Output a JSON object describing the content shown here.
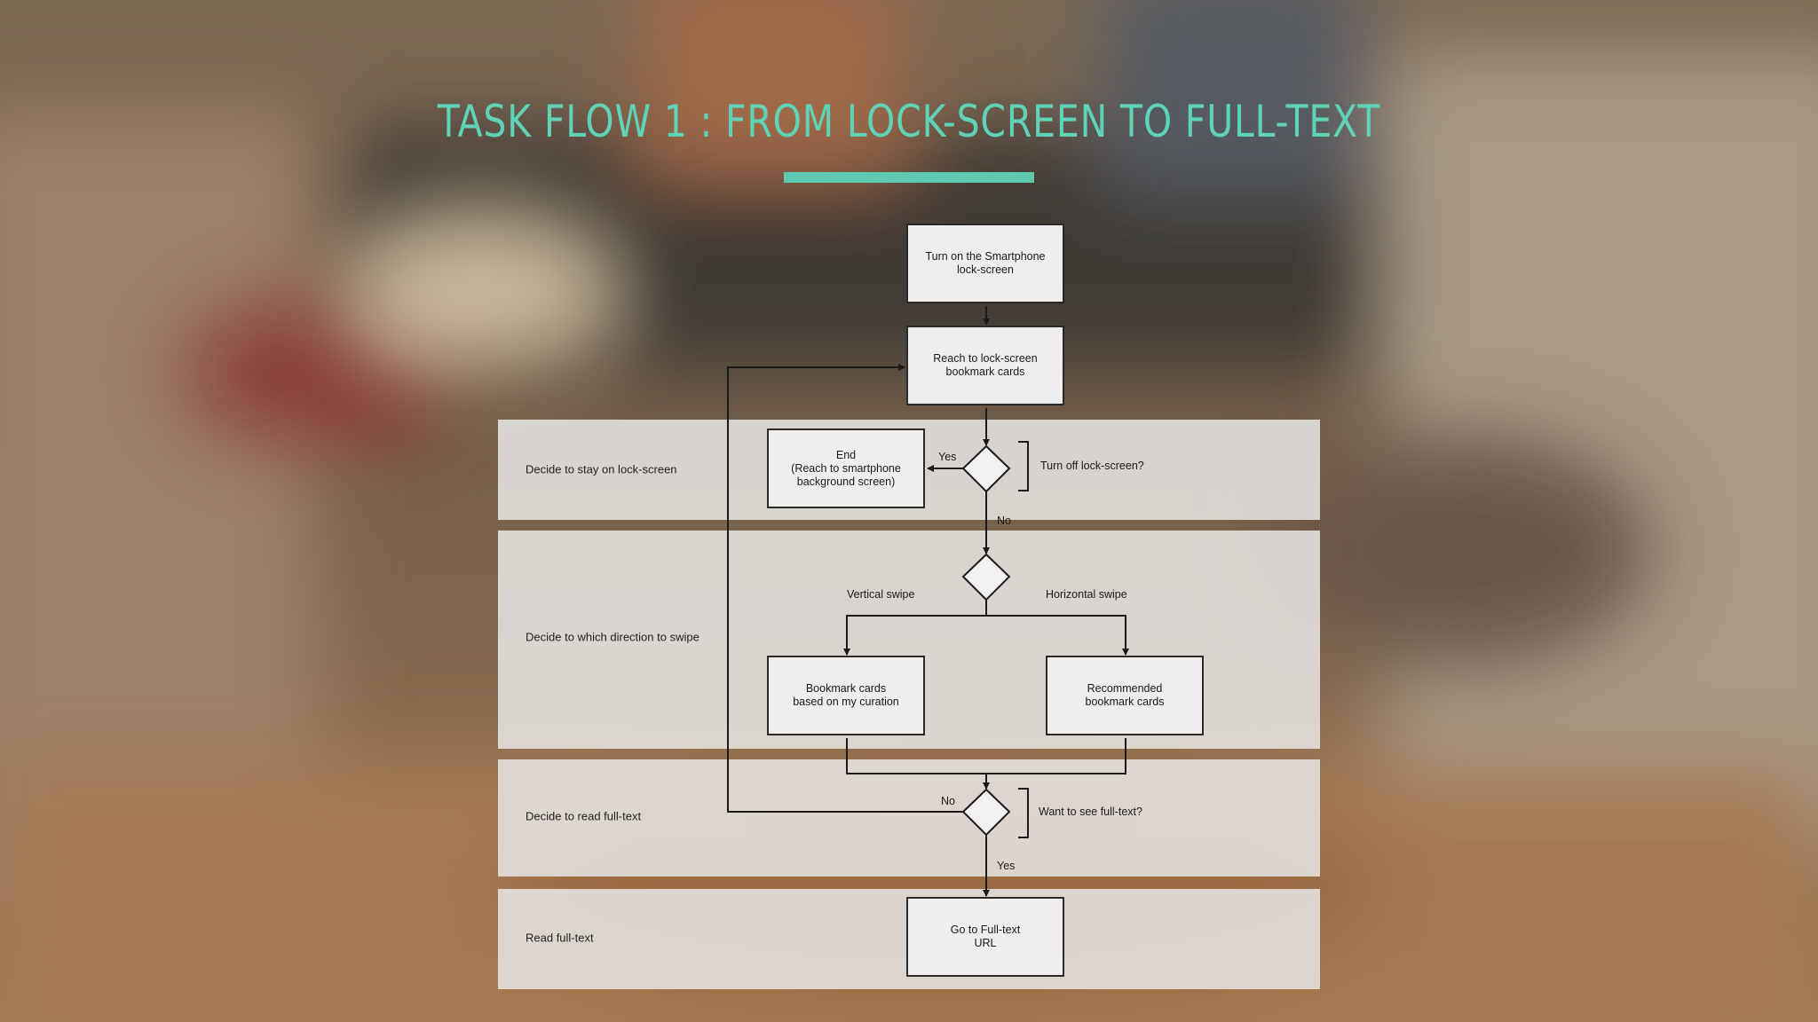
{
  "title": "TASK FLOW 1 : FROM LOCK-SCREEN TO FULL-TEXT",
  "colors": {
    "title": "#5fd3b8",
    "accent_bar": "#5cc9b0"
  },
  "lanes": [
    {
      "label": "Decide to stay on lock-screen"
    },
    {
      "label": "Decide to which direction to swipe"
    },
    {
      "label": "Decide to read full-text"
    },
    {
      "label": "Read full-text"
    }
  ],
  "nodes": {
    "start": "Turn on the Smartphone\nlock-screen",
    "reach_cards": "Reach to lock-screen\nbookmark cards",
    "end": "End\n(Reach to smartphone\nbackground screen)",
    "bookmark_curation": "Bookmark cards\nbased on my curation",
    "recommended": "Recommended\nbookmark cards",
    "full_text": "Go to Full-text\nURL"
  },
  "edge_labels": {
    "yes_end": "Yes",
    "no_down": "No",
    "vertical_swipe": "Vertical swipe",
    "horizontal_swipe": "Horizontal swipe",
    "no_loop": "No",
    "yes_full": "Yes"
  },
  "annotations": {
    "turn_off": "Turn off lock-screen?",
    "want_full": "Want to see full-text?"
  }
}
